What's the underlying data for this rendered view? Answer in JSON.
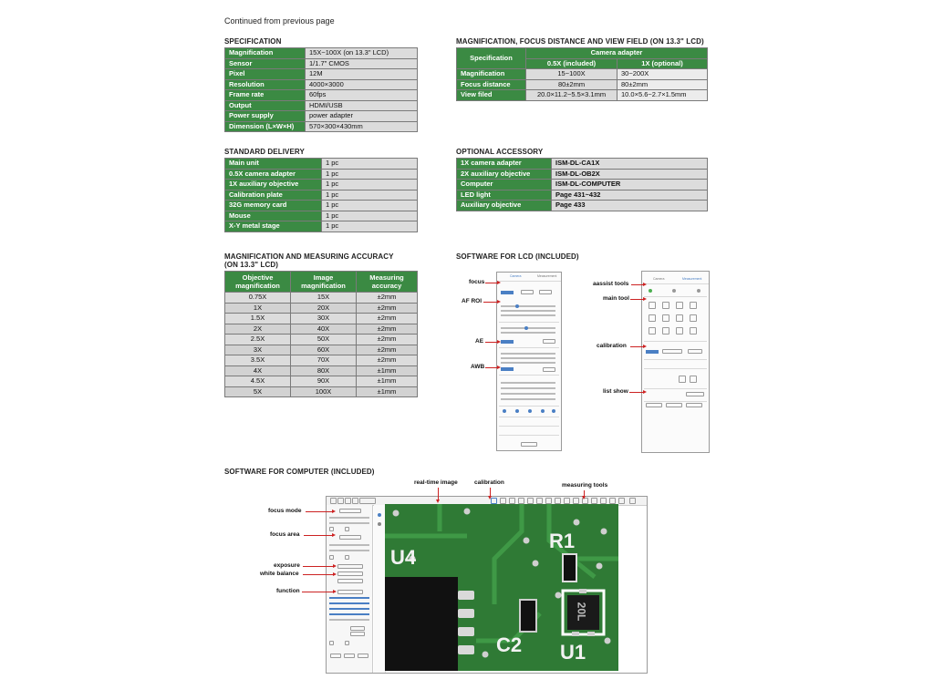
{
  "header": {
    "continued": "Continued from previous page"
  },
  "specification": {
    "title": "SPECIFICATION",
    "rows": [
      [
        "Magnification",
        "15X~100X (on 13.3\" LCD)"
      ],
      [
        "Sensor",
        "1/1.7\" CMOS"
      ],
      [
        "Pixel",
        "12M"
      ],
      [
        "Resolution",
        "4000×3000"
      ],
      [
        "Frame rate",
        "60fps"
      ],
      [
        "Output",
        "HDMI/USB"
      ],
      [
        "Power supply",
        "power adapter"
      ],
      [
        "Dimension (L×W×H)",
        "570×300×430mm"
      ]
    ]
  },
  "magnification_table": {
    "title": "MAGNIFICATION, FOCUS DISTANCE AND VIEW FIELD (on 13.3\" LCD)",
    "col_spec": "Specification",
    "group_header": "Camera adapter",
    "sub_headers": [
      "0.5X (included)",
      "1X (optional)"
    ],
    "rows": [
      [
        "Magnification",
        "15~100X",
        "30~200X"
      ],
      [
        "Focus distance",
        "80±2mm",
        "80±2mm"
      ],
      [
        "View filed",
        "20.0×11.2~5.5×3.1mm",
        "10.0×5.6~2.7×1.5mm"
      ]
    ]
  },
  "standard_delivery": {
    "title": "STANDARD DELIVERY",
    "rows": [
      [
        "Main unit",
        "1 pc"
      ],
      [
        "0.5X camera adapter",
        "1 pc"
      ],
      [
        "1X auxiliary objective",
        "1 pc"
      ],
      [
        "Calibration plate",
        "1 pc"
      ],
      [
        "32G memory card",
        "1 pc"
      ],
      [
        "Mouse",
        "1 pc"
      ],
      [
        "X-Y metal stage",
        "1 pc"
      ]
    ]
  },
  "optional_accessory": {
    "title": "OPTIONAL  ACCESSORY",
    "rows": [
      [
        "1X camera adapter",
        "ISM-DL-CA1X"
      ],
      [
        "2X auxiliary objective",
        "ISM-DL-OB2X"
      ],
      [
        "Computer",
        "ISM-DL-COMPUTER"
      ],
      [
        "LED light",
        "Page 431~432"
      ],
      [
        "Auxiliary objective",
        "Page 433"
      ]
    ]
  },
  "accuracy": {
    "title_line1": "MAGNIFICATION AND MEASURING ACCURACY",
    "title_line2": "(on 13.3\" LCD)",
    "headers": [
      "Objective\nmagnification",
      "Image\nmagnification",
      "Measuring\naccuracy"
    ],
    "rows": [
      [
        "0.75X",
        "15X",
        "±2mm"
      ],
      [
        "1X",
        "20X",
        "±2mm"
      ],
      [
        "1.5X",
        "30X",
        "±2mm"
      ],
      [
        "2X",
        "40X",
        "±2mm"
      ],
      [
        "2.5X",
        "50X",
        "±2mm"
      ],
      [
        "3X",
        "60X",
        "±2mm"
      ],
      [
        "3.5X",
        "70X",
        "±2mm"
      ],
      [
        "4X",
        "80X",
        "±1mm"
      ],
      [
        "4.5X",
        "90X",
        "±1mm"
      ],
      [
        "5X",
        "100X",
        "±1mm"
      ]
    ]
  },
  "lcd_software": {
    "title": "SOFTWARE FOR LCD (INCLUDED)",
    "left_callouts": [
      "focus",
      "AF ROI",
      "AE",
      "AWB"
    ],
    "right_callouts": [
      "aassist tools",
      "main tool",
      "calibration",
      "list show"
    ],
    "left_panel_tabs": [
      "Camera",
      "Measurement"
    ],
    "right_panel_tabs": [
      "Camera",
      "Measurement"
    ]
  },
  "computer_software": {
    "title": "SOFTWARE FOR COMPUTER (INCLUDED)",
    "top_callouts": [
      "real-time image",
      "calibration",
      "measuring tools"
    ],
    "left_callouts": [
      "focus mode",
      "focus area",
      "exposure",
      "white balance",
      "function"
    ],
    "pcb_labels": [
      "U4",
      "R1",
      "C2",
      "U1",
      "20L"
    ]
  },
  "colors": {
    "header_green": "#3b8a43",
    "cell_gray": "#dcdcdc",
    "callout_red": "#cc2222",
    "pcb_green": "#2f7a35"
  }
}
